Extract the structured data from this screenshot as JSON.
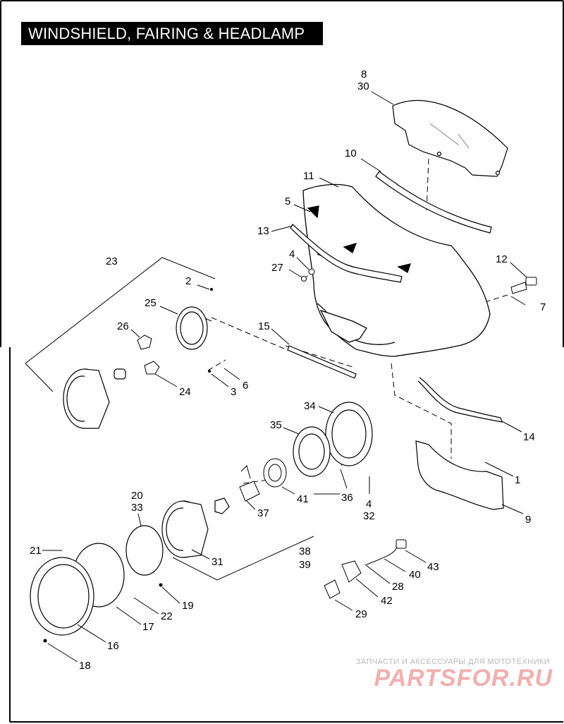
{
  "title": "WINDSHIELD, FAIRING & HEADLAMP",
  "watermark": {
    "caption": "ЗАПЧАСТИ И АКСЕССУАРЫ ДЛЯ МОТОТЕХНИКИ",
    "brand": "PARTSFOR.RU"
  },
  "callouts": {
    "n8": "8",
    "n30": "30",
    "n10": "10",
    "n11": "11",
    "n5": "5",
    "n13": "13",
    "n4a": "4",
    "n27": "27",
    "n12": "12",
    "n7": "7",
    "n23": "23",
    "n2": "2",
    "n25": "25",
    "n26": "26",
    "n15": "15",
    "n6": "6",
    "n3": "3",
    "n24": "24",
    "n34": "34",
    "n35": "35",
    "n14": "14",
    "n1": "1",
    "n9": "9",
    "n36": "36",
    "n4b": "4",
    "n32": "32",
    "n41": "41",
    "n37": "37",
    "n20": "20",
    "n33": "33",
    "n31": "31",
    "n38": "38",
    "n39": "39",
    "n21": "21",
    "n43": "43",
    "n40": "40",
    "n28": "28",
    "n42": "42",
    "n19": "19",
    "n22": "22",
    "n17": "17",
    "n29": "29",
    "n16": "16",
    "n18": "18"
  }
}
